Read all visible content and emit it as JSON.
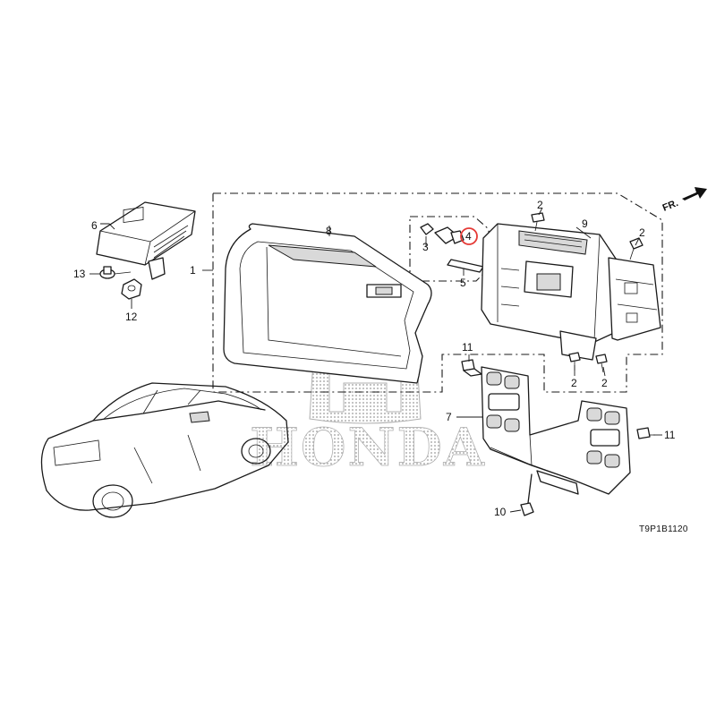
{
  "diagram": {
    "brand_watermark": "HONDA",
    "diagram_code": "T9P1B1120",
    "direction_label": "FR.",
    "highlight_color": "#e53935",
    "callouts": {
      "c1": "1",
      "c2a": "2",
      "c2b": "2",
      "c2c": "2",
      "c2d": "2",
      "c3": "3",
      "c4": "4",
      "c5": "5",
      "c6": "6",
      "c7": "7",
      "c8": "8",
      "c9": "9",
      "c10": "10",
      "c11a": "11",
      "c11b": "11",
      "c12": "12",
      "c13": "13"
    },
    "highlighted_callout": "4"
  }
}
